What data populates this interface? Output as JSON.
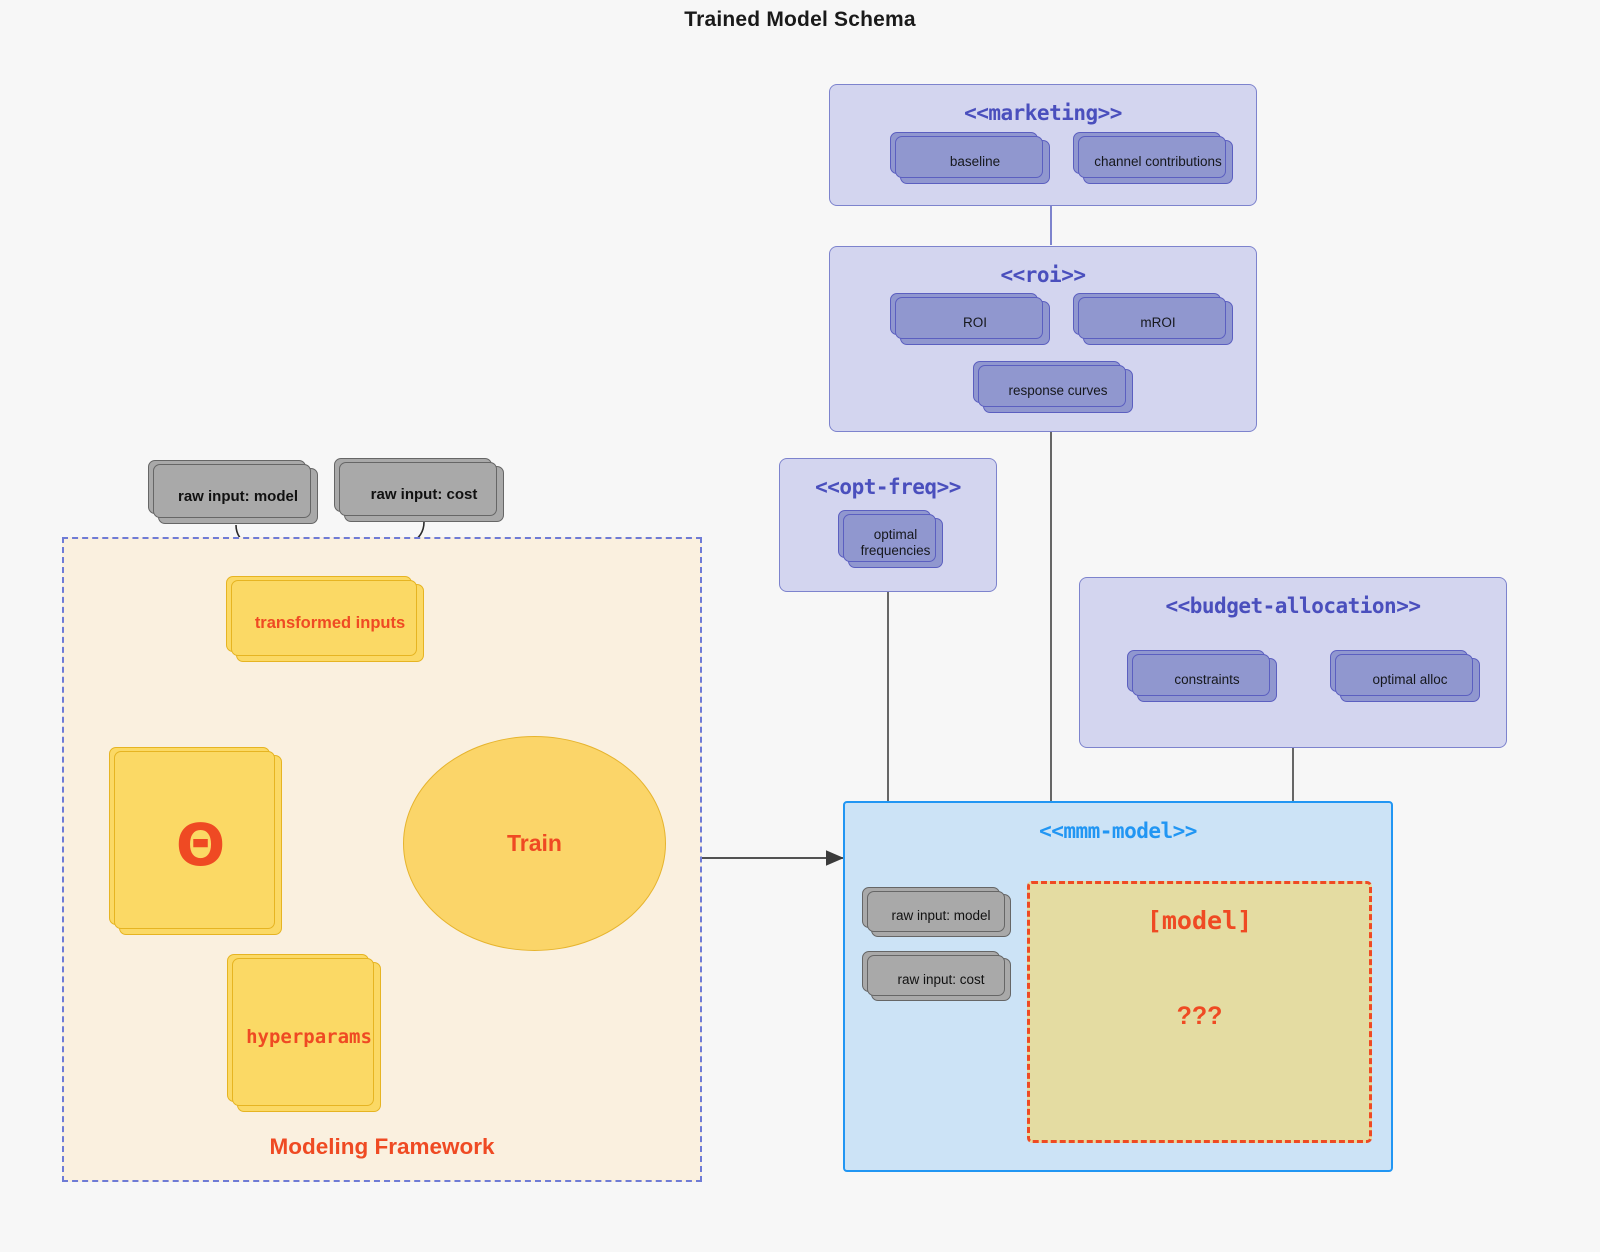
{
  "title": "Trained Model Schema",
  "colors": {
    "accent_red": "#ef4a23",
    "purple_group_fill": "#d3d5ef",
    "purple_group_border": "#7d83cd",
    "purple_node_fill": "#9097cf",
    "purple_node_border": "#5b5fc0",
    "blue_group_fill": "#cce3f6",
    "blue_group_border": "#2196f3",
    "yellow_node_fill": "#fbd965",
    "yellow_node_border": "#e6b422",
    "gray_node_fill": "#a9a9a9",
    "framework_fill": "#faf0df",
    "framework_border": "#6e7bd6",
    "model_box_fill": "#e4dca2",
    "page_bg": "#f7f7f7"
  },
  "groups": {
    "marketing": {
      "title": "<<marketing>>",
      "nodes": [
        {
          "label": "baseline"
        },
        {
          "label": "channel contributions"
        }
      ]
    },
    "roi": {
      "title": "<<roi>>",
      "nodes": [
        {
          "label": "ROI"
        },
        {
          "label": "mROI"
        },
        {
          "label": "response curves"
        }
      ]
    },
    "opt_freq": {
      "title": "<<opt-freq>>",
      "nodes": [
        {
          "label": "optimal frequencies"
        }
      ]
    },
    "budget_allocation": {
      "title": "<<budget-allocation>>",
      "nodes": [
        {
          "label": "constraints"
        },
        {
          "label": "optimal alloc"
        }
      ]
    },
    "mmm_model": {
      "title": "<<mmm-model>>",
      "nodes": [
        {
          "label": "raw input: model"
        },
        {
          "label": "raw input: cost"
        }
      ],
      "model_placeholder": {
        "title": "[model]",
        "question": "???"
      }
    }
  },
  "framework": {
    "label": "Modeling Framework",
    "raw_inputs": [
      {
        "label": "raw input: model"
      },
      {
        "label": "raw input: cost"
      }
    ],
    "transformed_inputs": {
      "label": "transformed inputs"
    },
    "theta": {
      "label": "Θ"
    },
    "hyperparams": {
      "label": "hyperparams"
    },
    "train": {
      "label": "Train"
    }
  }
}
